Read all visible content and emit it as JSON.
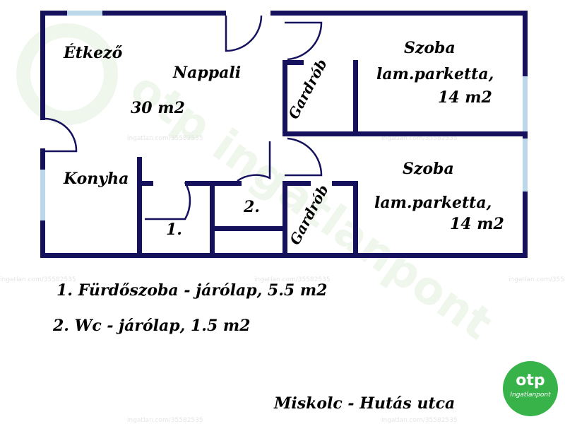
{
  "rooms": {
    "etkezo": "Étkező",
    "nappali": "Nappali",
    "nappali_area": "30 m2",
    "konyha": "Konyha",
    "bath_number": "1.",
    "wc_number": "2.",
    "gardrob_top": "Gardrób",
    "gardrob_bottom": "Gardrób",
    "szoba_top": "Szoba",
    "szoba_top_floor": "lam.parketta,",
    "szoba_top_area": "14 m2",
    "szoba_bottom": "Szoba",
    "szoba_bottom_floor": "lam.parketta,",
    "szoba_bottom_area": "14 m2"
  },
  "legend": {
    "item1": "1. Fürdőszoba - járólap, 5.5 m2",
    "item2": "2. Wc - járólap, 1.5 m2"
  },
  "address": "Miskolc - Hutás utca",
  "watermark": {
    "text": "ingatlan.com/35582535",
    "brand": "otp ingatlanpont"
  },
  "logo": {
    "name": "otp",
    "subtitle": "Ingatlanpont",
    "color": "#37b34a"
  },
  "colors": {
    "wall": "#15115c",
    "window": "#bcd6ea"
  }
}
